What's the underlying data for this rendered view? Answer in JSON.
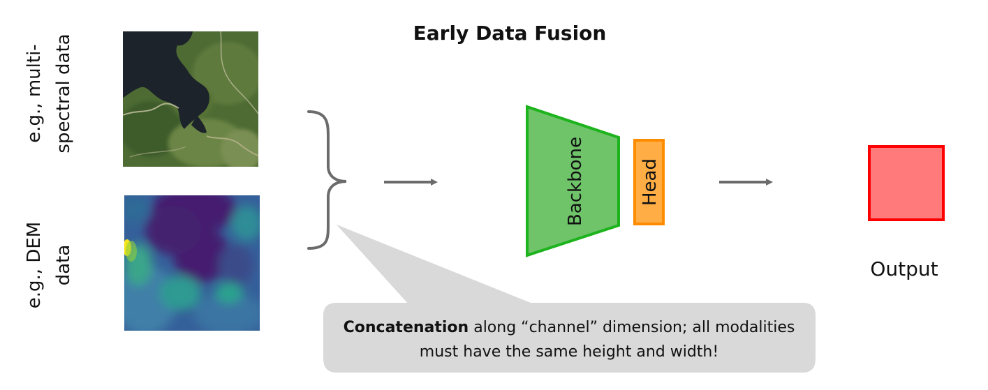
{
  "title": "Early Data Fusion",
  "inputs": [
    {
      "label_line1": "e.g., multi-",
      "label_line2": "spectral data"
    },
    {
      "label_line1": "e.g., DEM",
      "label_line2": "data"
    }
  ],
  "model": {
    "backbone_label": "Backbone",
    "head_label": "Head"
  },
  "output_label": "Output",
  "callout": {
    "bold_text": "Concatenation",
    "rest_text": " along “channel” dimension; all modalities must have the same height and width!"
  },
  "colors": {
    "backbone_fill": "#6fc46a",
    "backbone_stroke": "#1db31d",
    "head_fill": "#ffad44",
    "head_stroke": "#ff8c00",
    "output_fill": "#ff7b7b",
    "output_stroke": "#ff0000",
    "arrow": "#6b6b6b",
    "callout_fill": "#d9d9d9"
  }
}
